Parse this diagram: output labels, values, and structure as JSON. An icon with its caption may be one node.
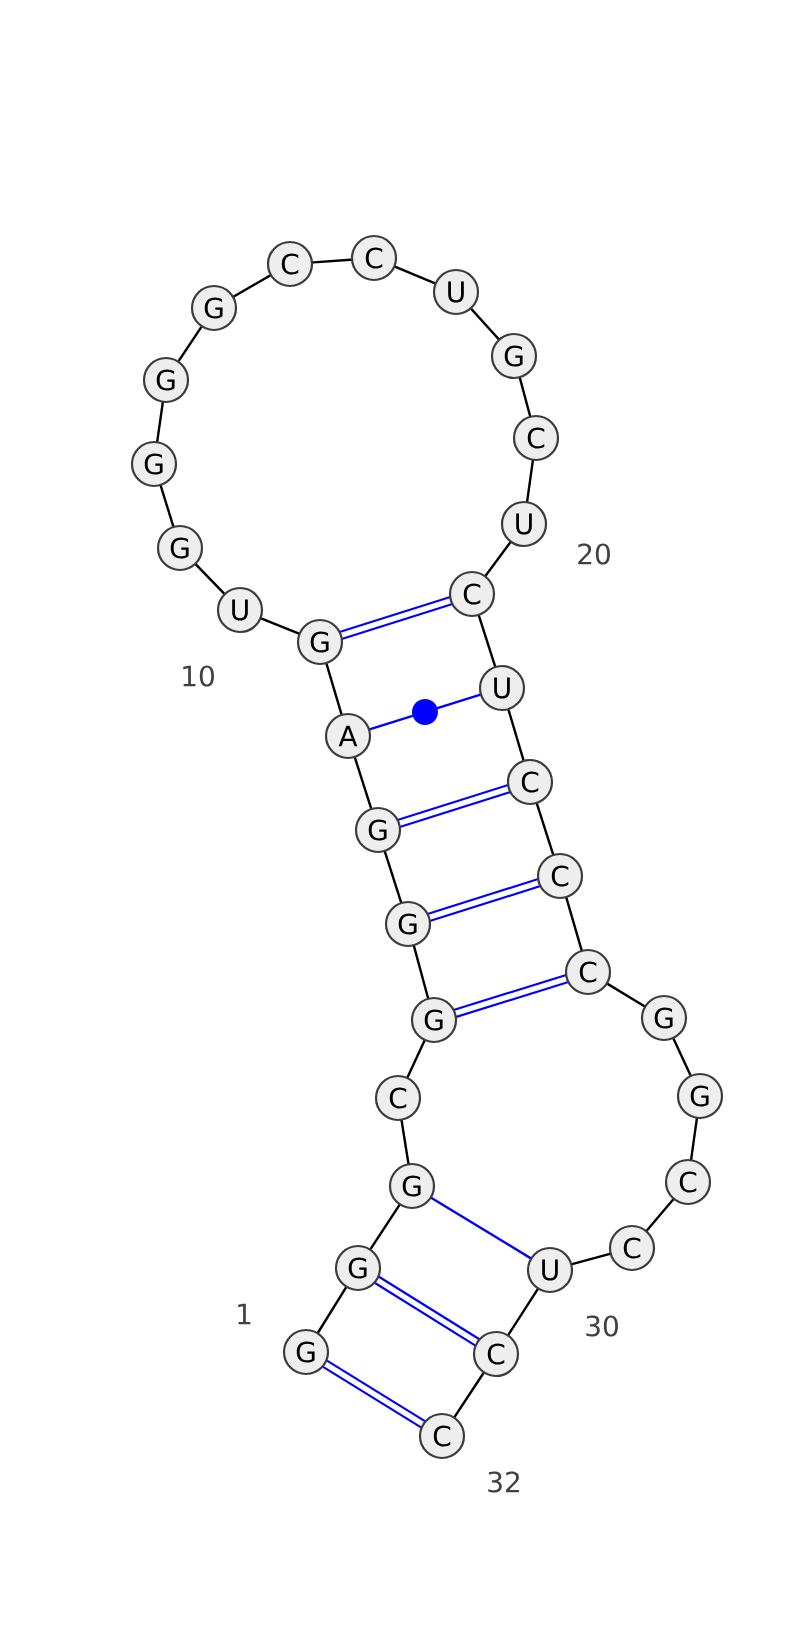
{
  "diagram": {
    "nodes": [
      {
        "text": [
          "G"
        ]
      },
      {
        "text": [
          "G"
        ]
      },
      {
        "text": [
          "G"
        ]
      },
      {
        "text": [
          "C"
        ]
      },
      {
        "text": [
          "G"
        ]
      },
      {
        "text": [
          "G"
        ]
      },
      {
        "text": [
          "G"
        ]
      },
      {
        "text": [
          "A"
        ]
      },
      {
        "text": [
          "G"
        ]
      },
      {
        "text": [
          "U"
        ]
      },
      {
        "text": [
          "G"
        ]
      },
      {
        "text": [
          "G"
        ]
      },
      {
        "text": [
          "G"
        ]
      },
      {
        "text": [
          "G"
        ]
      },
      {
        "text": [
          "C"
        ]
      },
      {
        "text": [
          "C"
        ]
      },
      {
        "text": [
          "U"
        ]
      },
      {
        "text": [
          "G"
        ]
      },
      {
        "text": [
          "C"
        ]
      },
      {
        "text": [
          "U"
        ]
      },
      {
        "text": [
          "C"
        ]
      },
      {
        "text": [
          "U"
        ]
      },
      {
        "text": [
          "C"
        ]
      },
      {
        "text": [
          "C"
        ]
      },
      {
        "text": [
          "C"
        ]
      },
      {
        "text": [
          "G"
        ]
      },
      {
        "text": [
          "G"
        ]
      },
      {
        "text": [
          "C"
        ]
      },
      {
        "text": [
          "C"
        ]
      },
      {
        "text": [
          "U"
        ]
      },
      {
        "text": [
          "C"
        ]
      },
      {
        "text": [
          "C"
        ]
      }
    ],
    "edges": [
      {
        "from": 0,
        "to": 1,
        "arrow": "none"
      },
      {
        "from": 1,
        "to": 2,
        "arrow": "none"
      },
      {
        "from": 2,
        "to": 3,
        "arrow": "none"
      },
      {
        "from": 3,
        "to": 4,
        "arrow": "none"
      },
      {
        "from": 4,
        "to": 5,
        "arrow": "none"
      },
      {
        "from": 5,
        "to": 6,
        "arrow": "none"
      },
      {
        "from": 6,
        "to": 7,
        "arrow": "none"
      },
      {
        "from": 7,
        "to": 8,
        "arrow": "none"
      },
      {
        "from": 8,
        "to": 9,
        "arrow": "none"
      },
      {
        "from": 9,
        "to": 10,
        "arrow": "none"
      },
      {
        "from": 10,
        "to": 11,
        "arrow": "none"
      },
      {
        "from": 11,
        "to": 12,
        "arrow": "none"
      },
      {
        "from": 12,
        "to": 13,
        "arrow": "none"
      },
      {
        "from": 13,
        "to": 14,
        "arrow": "none"
      },
      {
        "from": 14,
        "to": 15,
        "arrow": "none"
      },
      {
        "from": 15,
        "to": 16,
        "arrow": "none"
      },
      {
        "from": 16,
        "to": 17,
        "arrow": "none"
      },
      {
        "from": 17,
        "to": 18,
        "arrow": "none"
      },
      {
        "from": 18,
        "to": 19,
        "arrow": "none"
      },
      {
        "from": 19,
        "to": 20,
        "arrow": "none"
      },
      {
        "from": 20,
        "to": 21,
        "arrow": "none"
      },
      {
        "from": 21,
        "to": 22,
        "arrow": "none"
      },
      {
        "from": 22,
        "to": 23,
        "arrow": "none"
      },
      {
        "from": 23,
        "to": 24,
        "arrow": "none"
      },
      {
        "from": 24,
        "to": 25,
        "arrow": "none"
      },
      {
        "from": 25,
        "to": 26,
        "arrow": "none"
      },
      {
        "from": 26,
        "to": 27,
        "arrow": "none"
      },
      {
        "from": 27,
        "to": 28,
        "arrow": "none"
      },
      {
        "from": 28,
        "to": 29,
        "arrow": "none"
      },
      {
        "from": 29,
        "to": 30,
        "arrow": "none"
      },
      {
        "from": 30,
        "to": 31,
        "arrow": "none"
      },
      {
        "from": 0,
        "to": 31,
        "arrow": "none",
        "style": "thick",
        "color": "#0000ff"
      },
      {
        "from": 1,
        "to": 30,
        "arrow": "none",
        "style": "thick",
        "color": "#0000ff"
      },
      {
        "from": 2,
        "to": 29,
        "arrow": "none",
        "color": "#0000ff"
      },
      {
        "from": 4,
        "to": 24,
        "arrow": "none",
        "style": "thick",
        "color": "#0000ff"
      },
      {
        "from": 5,
        "to": 23,
        "arrow": "none",
        "style": "thick",
        "color": "#0000ff"
      },
      {
        "from": 6,
        "to": 22,
        "arrow": "none",
        "style": "thick",
        "color": "#0000ff"
      },
      {
        "from": 7,
        "to": 21,
        "arrow": "none",
        "color": "#0000ff"
      },
      {
        "from": 8,
        "to": 20,
        "arrow": "none",
        "style": "thick",
        "color": "#0000ff"
      }
    ],
    "labels": [
      "1",
      "10",
      "20",
      "30",
      "32"
    ]
  }
}
